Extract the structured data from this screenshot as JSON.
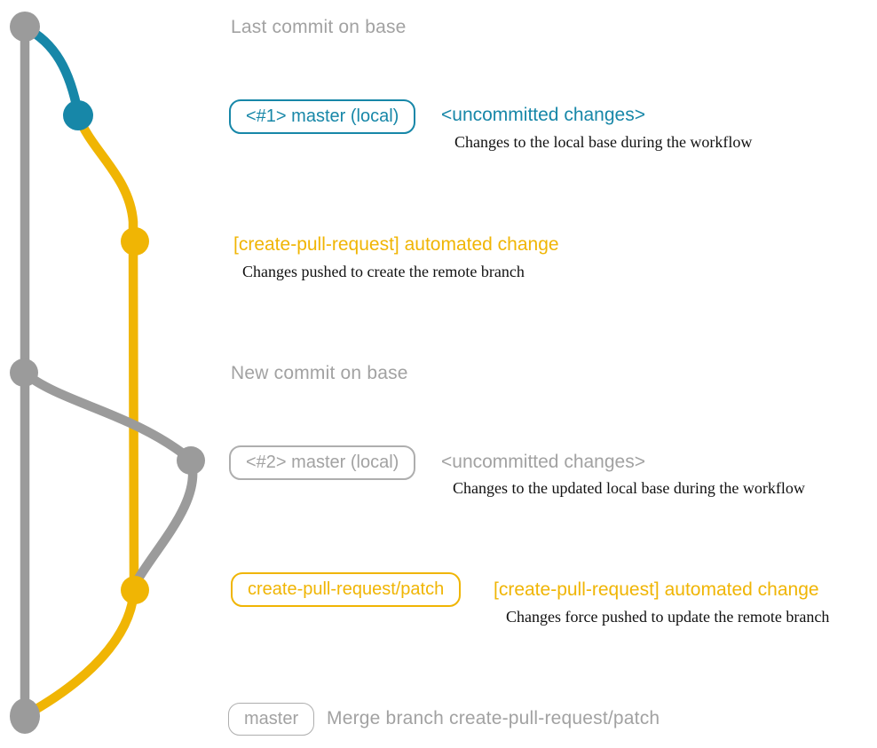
{
  "colors": {
    "teal": "#1787a8",
    "yellow": "#f0b504",
    "gray_line": "#9b9b9b",
    "gray_text": "#a2a2a2",
    "gray_border": "#aeaeae",
    "ink": "#111111"
  },
  "rows": {
    "r1": {
      "label": "Last commit on base"
    },
    "r2": {
      "badge": "<#1> master (local)",
      "note_title": "<uncommitted changes>",
      "note_desc": "Changes to the local base during the workflow"
    },
    "r3": {
      "title": "[create-pull-request] automated change",
      "desc": "Changes pushed to create the remote branch"
    },
    "r4": {
      "label": "New commit on base"
    },
    "r5": {
      "badge": "<#2> master (local)",
      "note_title": "<uncommitted changes>",
      "note_desc": "Changes to the updated local base during the workflow"
    },
    "r6": {
      "badge": "create-pull-request/patch",
      "title": "[create-pull-request] automated change",
      "desc": "Changes force pushed to update the remote branch"
    },
    "r7": {
      "badge": "master",
      "label": "Merge branch create-pull-request/patch"
    }
  }
}
